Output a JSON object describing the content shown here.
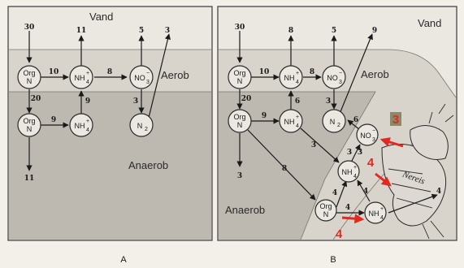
{
  "panel_a": {
    "water_label": "Vand",
    "aerobic_label": "Aerob",
    "anaerobic_label": "Anaerob",
    "caption": "A",
    "nodes": {
      "org_n_aerob": [
        "Org",
        "N"
      ],
      "nh4_aerob": [
        "NH",
        "+",
        "4"
      ],
      "no3_aerob": [
        "NO",
        "−",
        "3"
      ],
      "org_n_anaerob": [
        "Org",
        "N"
      ],
      "nh4_anaerob": [
        "NH",
        "+",
        "4"
      ],
      "n2": [
        "N",
        "2"
      ]
    },
    "fluxes": {
      "in_org": "30",
      "out_nh4": "11",
      "out_no3": "5",
      "out_n2": "3",
      "org_to_nh4": "10",
      "nh4_to_no3": "8",
      "org_down": "20",
      "nh4_up": "9",
      "no3_to_n2": "3",
      "anaerob_org_to_nh4": "9",
      "burial": "11"
    }
  },
  "panel_b": {
    "water_label": "Vand",
    "aerobic_label": "Aerob",
    "anaerobic_label": "Anaerob",
    "caption": "B",
    "worm_label": "Nereis",
    "nodes": {
      "org_n_aerob": [
        "Org",
        "N"
      ],
      "nh4_aerob": [
        "NH",
        "+",
        "4"
      ],
      "no3_aerob": [
        "NO",
        "−",
        "3"
      ],
      "org_n_anaerob": [
        "Org",
        "N"
      ],
      "nh4_anaerob": [
        "NH",
        "+",
        "4"
      ],
      "n2": [
        "N",
        "2"
      ],
      "no3_burrow": [
        "NO",
        "−",
        "3"
      ],
      "nh4_burrow": [
        "NH",
        "+",
        "4"
      ],
      "org_n_burrow": [
        "Org",
        "N"
      ],
      "nh4_burrow_low": [
        "NH",
        "+",
        "4"
      ]
    },
    "fluxes": {
      "in_org": "30",
      "out_nh4": "8",
      "out_no3": "5",
      "out_n2": "9",
      "org_to_nh4": "10",
      "nh4_to_no3": "8",
      "org_down": "20",
      "nh4_up": "6",
      "no3_to_n2": "3",
      "anaerob_org_to_nh4": "9",
      "burial": "3",
      "org_to_burrow": "8",
      "nh4_to_burrow": "3",
      "burrow_no3_to_n2": "6",
      "burrow_nh4_to_no3": "3",
      "burrow_1": "3",
      "burrow_2": "4",
      "burrow_3": "4",
      "burrow_4": "4",
      "burrow_5": "4"
    },
    "annotations": {
      "red_3": "3",
      "red_4_upper": "4",
      "red_4_lower": "4"
    }
  },
  "colors": {
    "annotation": "#e02a1f",
    "annotation_badge": "#8a8a6a"
  }
}
